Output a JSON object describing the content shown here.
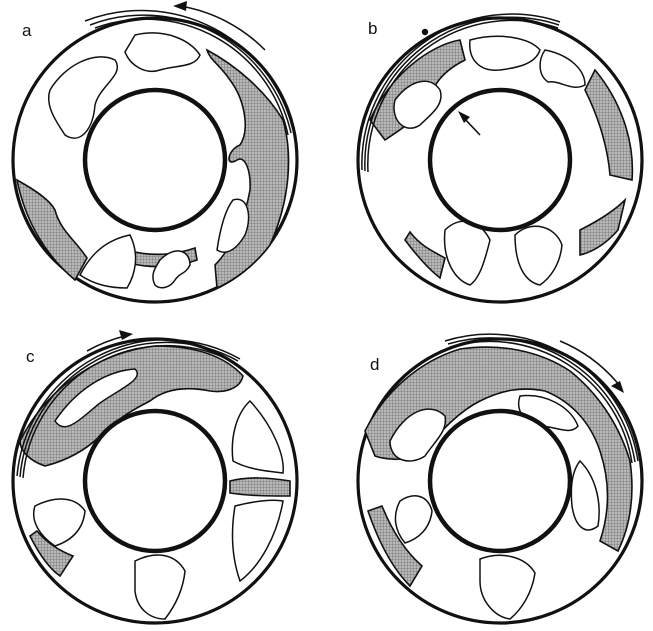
{
  "panels": [
    {
      "id": "a",
      "label": "a"
    },
    {
      "id": "b",
      "label": "b"
    },
    {
      "id": "c",
      "label": "c"
    },
    {
      "id": "d",
      "label": "d"
    }
  ],
  "colors": {
    "ink": "#111111",
    "hatch": "#8a8a8a",
    "background": "#ffffff"
  }
}
